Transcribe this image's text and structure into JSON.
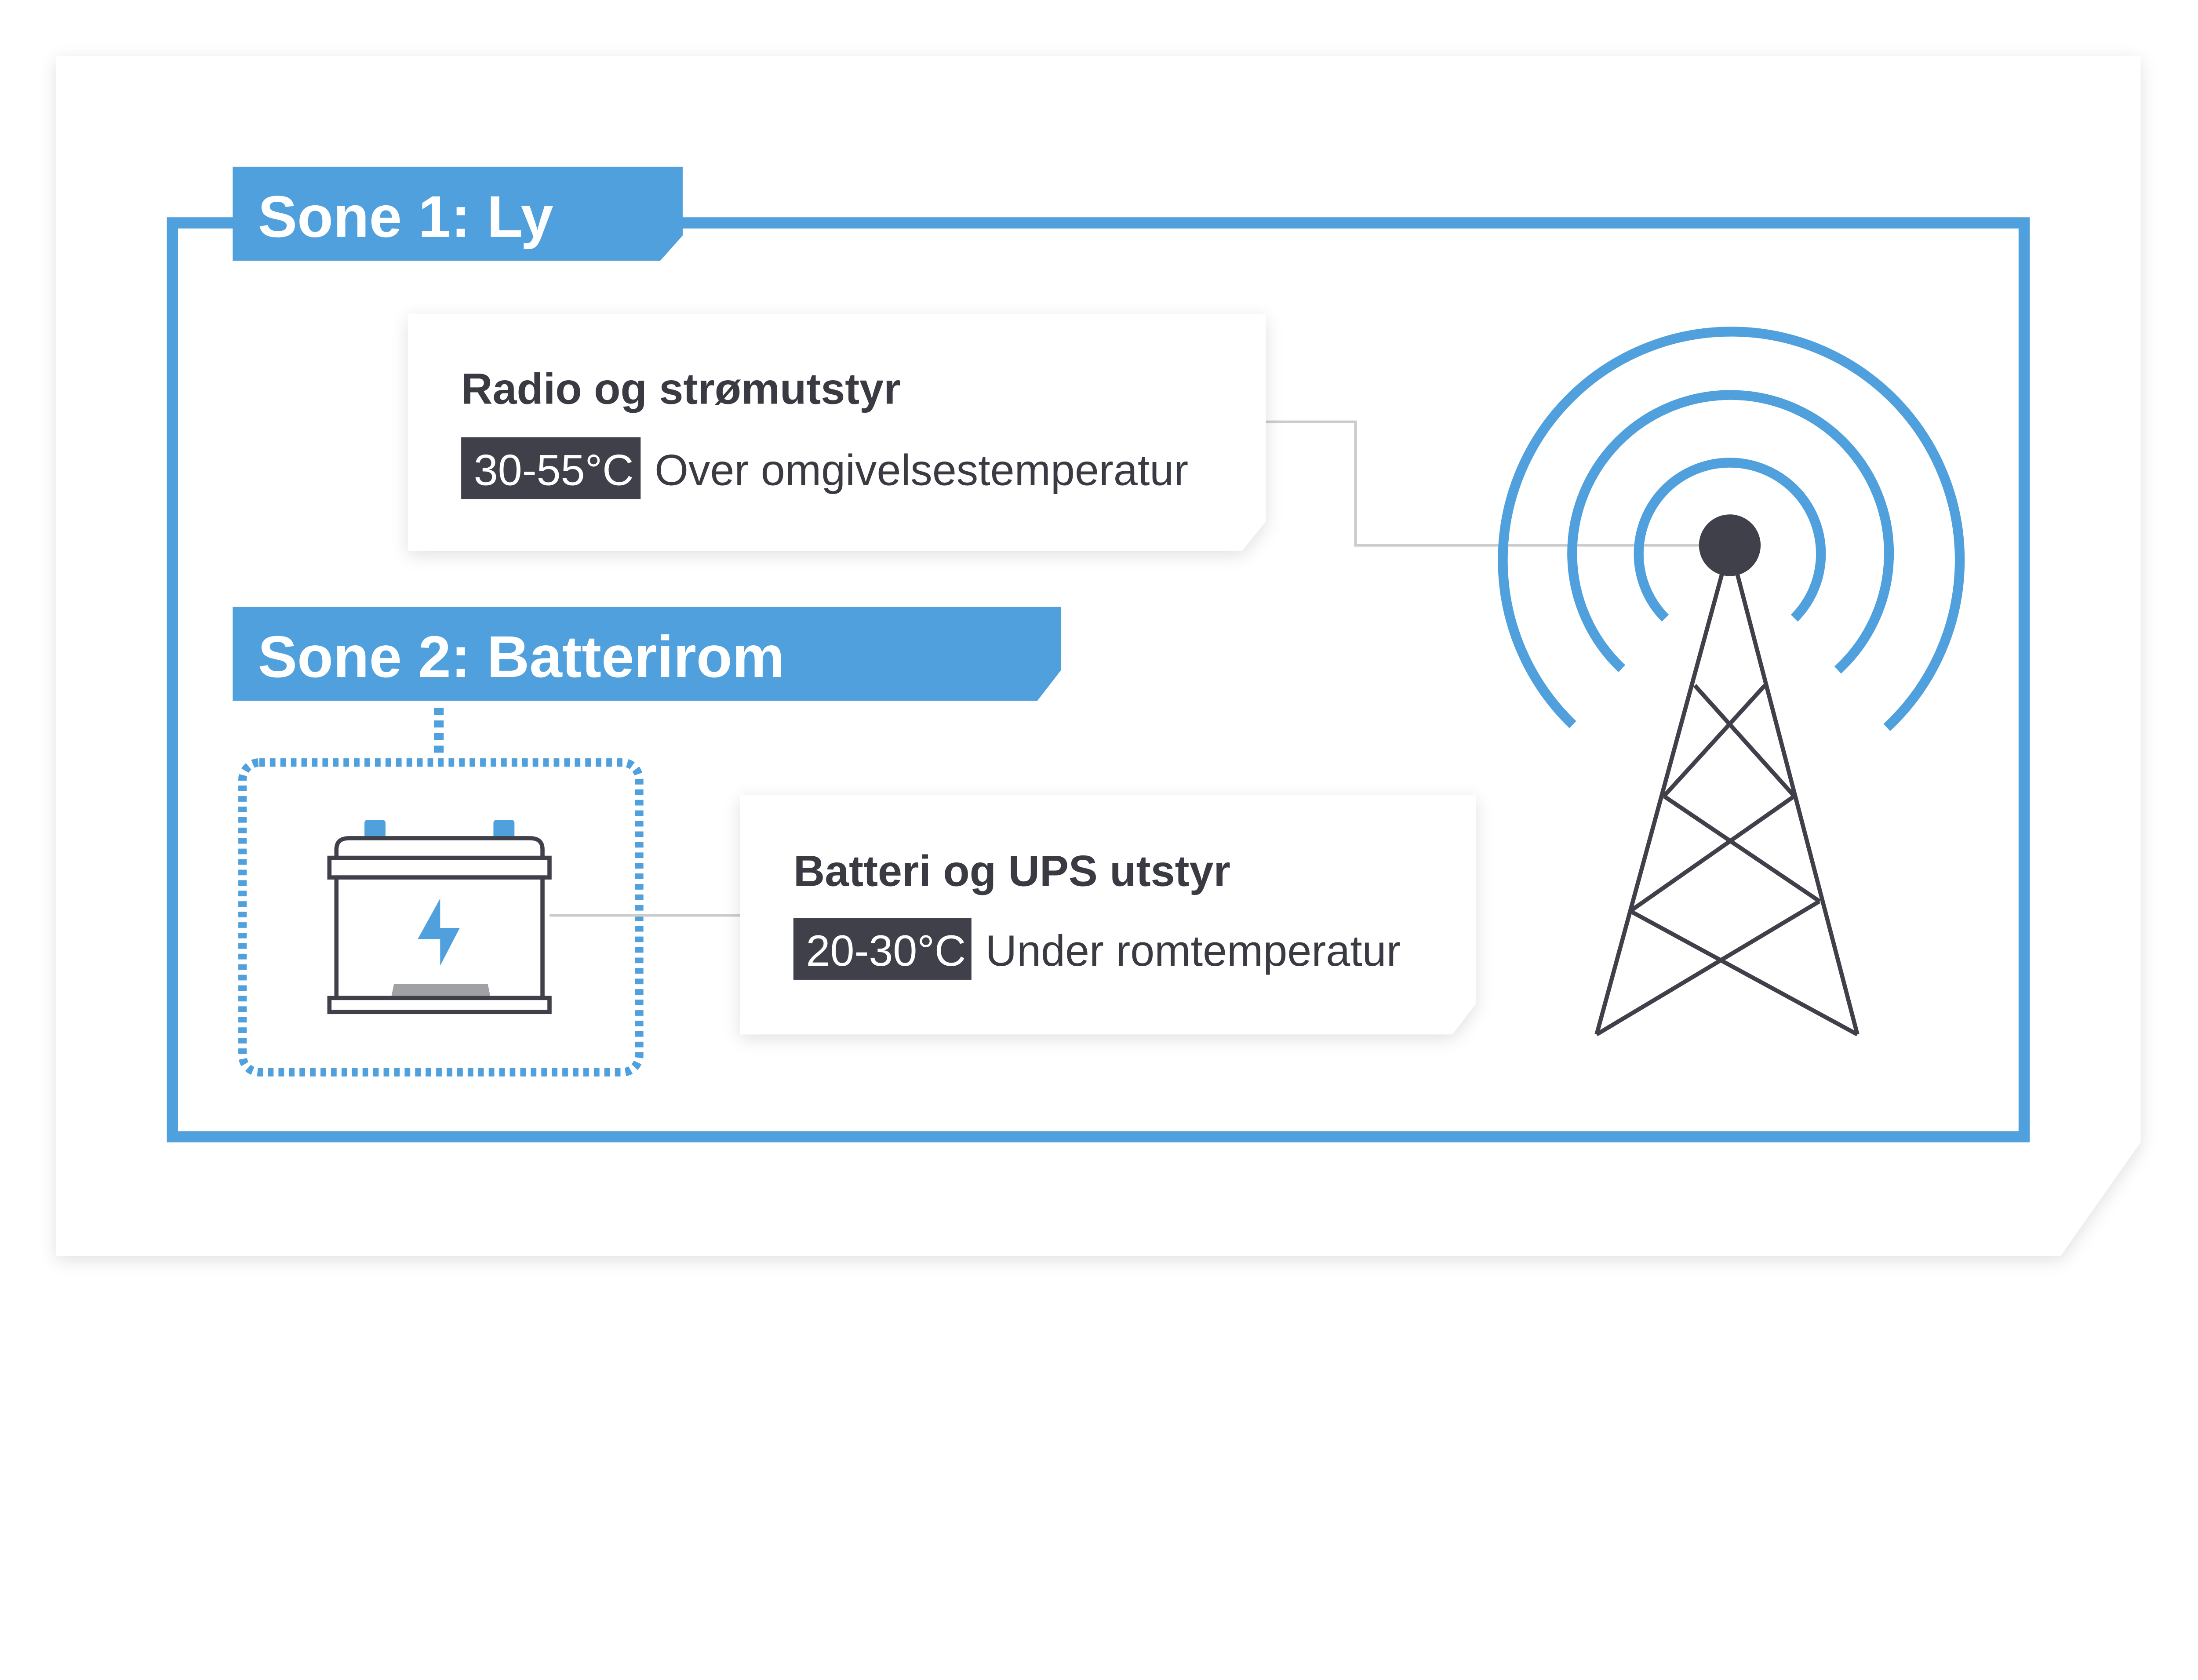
{
  "zone1": {
    "label": "Sone 1: Ly"
  },
  "zone2": {
    "label": "Sone 2: Batterirom"
  },
  "radio_box": {
    "title": "Radio og strømutstyr",
    "temp_range": "30-55°C",
    "description": "Over omgivelsestemperatur"
  },
  "battery_box": {
    "title": "Batteri og UPS utstyr",
    "temp_range": "20-30°C",
    "description": "Under romtemperatur"
  },
  "icons": [
    "battery-icon",
    "lightning-bolt-icon",
    "radio-tower-icon",
    "signal-waves-icon"
  ],
  "colors": {
    "accent": "#4fa0dc",
    "dark": "#3f4049",
    "connector": "#cccccc"
  }
}
